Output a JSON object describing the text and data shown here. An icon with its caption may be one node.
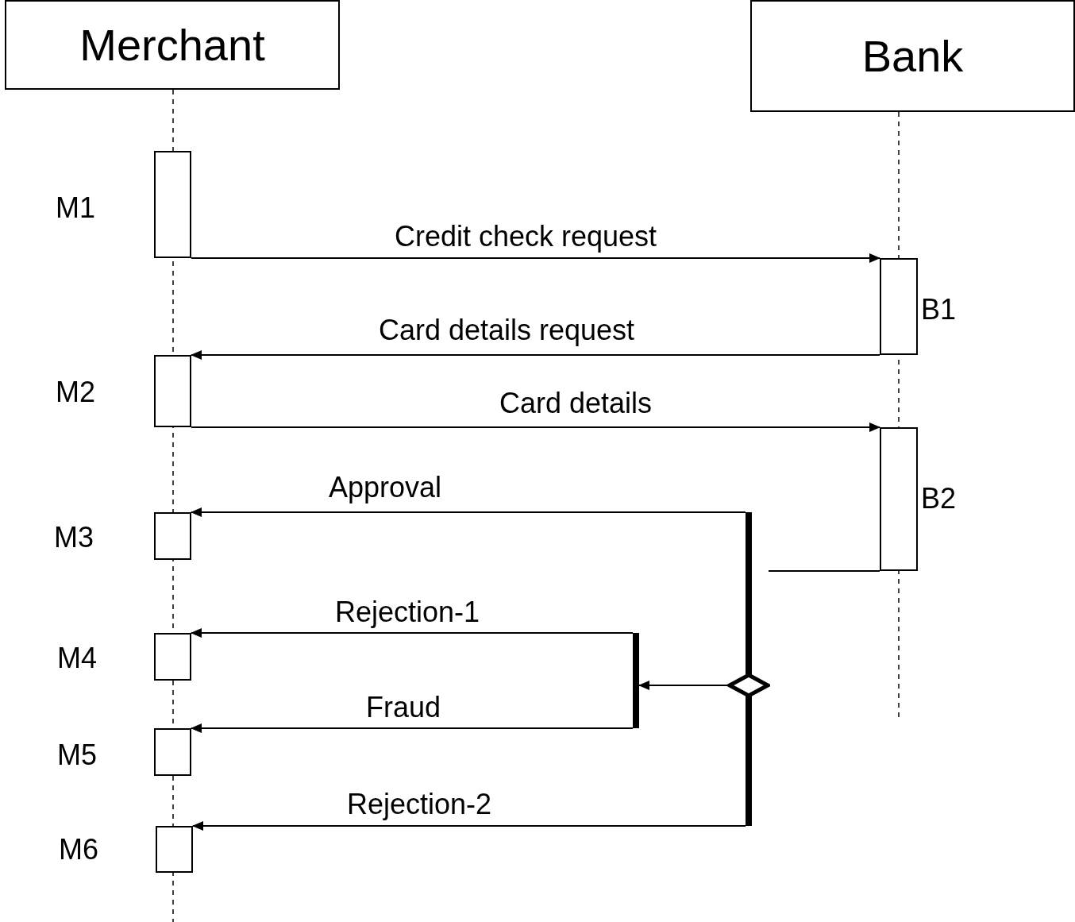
{
  "diagram": {
    "nodes": [
      {
        "text": [
          "Merchant"
        ]
      },
      {
        "text": [
          "Bank"
        ]
      },
      {
        "text": [],
        "shape": "bar",
        "beside": [
          "M1"
        ]
      },
      {
        "text": [],
        "shape": "bar",
        "beside": [
          "B1"
        ]
      },
      {
        "text": [],
        "shape": "bar",
        "beside": [
          "M2"
        ]
      },
      {
        "text": [],
        "shape": "bar",
        "beside": [
          "B2"
        ]
      },
      {
        "text": [],
        "shape": "bar",
        "beside": [
          "M3"
        ]
      },
      {
        "text": [],
        "shape": "bar"
      },
      {
        "text": [],
        "shape": "bar",
        "beside": [
          "M4"
        ]
      },
      {
        "text": [],
        "shape": "bar"
      },
      {
        "text": [],
        "shape": "diamond"
      },
      {
        "text": [],
        "shape": "bar",
        "beside": [
          "M5"
        ]
      },
      {
        "text": [],
        "shape": "bar",
        "beside": [
          "M6"
        ]
      }
    ],
    "edges": [
      {
        "from": 2,
        "to": 3,
        "arrow": "to",
        "label": "Credit check request"
      },
      {
        "from": 3,
        "to": 4,
        "arrow": "to",
        "label": "Card details request"
      },
      {
        "from": 4,
        "to": 5,
        "arrow": "to",
        "label": "Card details"
      },
      {
        "from": 7,
        "to": 6,
        "arrow": "to",
        "label": "Approval"
      },
      {
        "from": 5,
        "to": null,
        "arrow": "none"
      },
      {
        "from": 9,
        "to": 8,
        "arrow": "to",
        "label": "Rejection-1"
      },
      {
        "from": 10,
        "to": 9,
        "arrow": "to"
      },
      {
        "from": 9,
        "to": 11,
        "arrow": "to",
        "label": "Fraud"
      },
      {
        "from": 7,
        "to": 12,
        "arrow": "to",
        "label": "Rejection-2"
      }
    ]
  }
}
